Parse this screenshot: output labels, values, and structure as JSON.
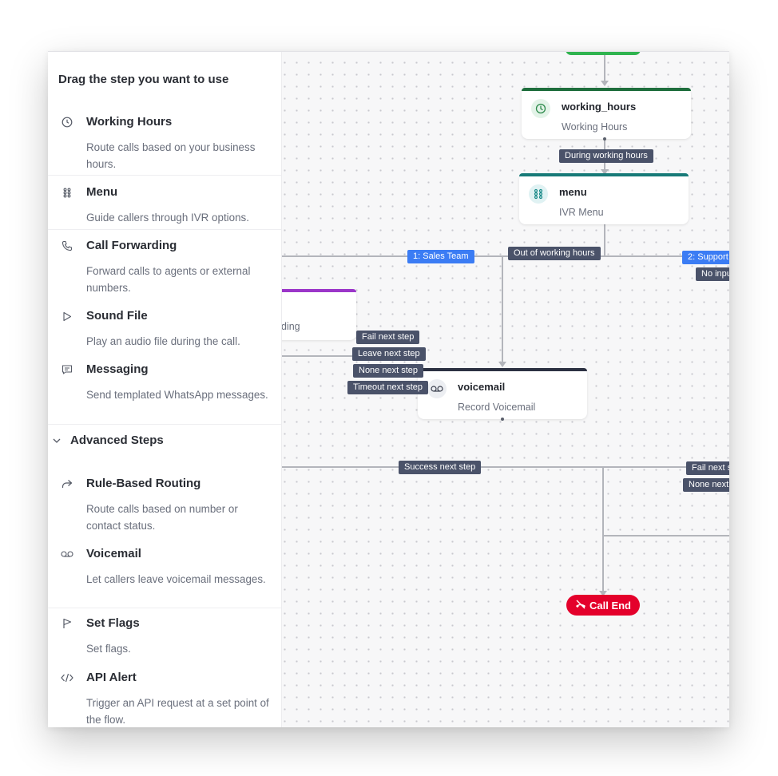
{
  "sidebar": {
    "title": "Drag the step you want to use",
    "steps": [
      {
        "icon": "clock-icon",
        "title": "Working Hours",
        "desc": "Route calls based on your business hours."
      },
      {
        "icon": "menu-grid-icon",
        "title": "Menu",
        "desc": "Guide callers through IVR options."
      },
      {
        "icon": "phone-icon",
        "title": "Call Forwarding",
        "desc": "Forward calls to agents or external numbers."
      },
      {
        "icon": "play-icon",
        "title": "Sound File",
        "desc": "Play an audio file during the call."
      },
      {
        "icon": "message-icon",
        "title": "Messaging",
        "desc": "Send templated WhatsApp messages."
      }
    ],
    "advanced_label": "Advanced Steps",
    "advanced_steps": [
      {
        "icon": "share-arrow-icon",
        "title": "Rule-Based Routing",
        "desc": "Route calls based on number or contact status."
      },
      {
        "icon": "voicemail-icon",
        "title": "Voicemail",
        "desc": "Let callers leave voicemail messages."
      },
      {
        "icon": "flag-icon",
        "title": "Set Flags",
        "desc": "Set flags."
      },
      {
        "icon": "code-icon",
        "title": "API Alert",
        "desc": "Trigger an API request at a set point of the flow."
      }
    ]
  },
  "flow": {
    "nodes": {
      "working_hours": {
        "name": "working_hours",
        "sub": "Working Hours"
      },
      "menu": {
        "name": "menu",
        "sub": "IVR Menu"
      },
      "voicemail": {
        "name": "voicemail",
        "sub": "Record Voicemail"
      },
      "forwarding_partial": {
        "sub": "ding"
      }
    },
    "labels": {
      "during_working_hours": "During working hours",
      "sales_team": "1: Sales Team",
      "out_of_working_hours": "Out of working hours",
      "support_team": "2: Support T",
      "no_input": "No inpu",
      "fail_next_step": "Fail next step",
      "leave_next_step": "Leave next step",
      "none_next_step": "None next step",
      "timeout_next_step": "Timeout next step",
      "success_next_step": "Success next step",
      "fail_next_right": "Fail next s",
      "none_next_right": "None next"
    },
    "call_end": "Call End"
  },
  "colors": {
    "working_hours_bar": "#1f6e3d",
    "menu_bar": "#177a78",
    "voicemail_bar": "#2c3142",
    "forwarding_bar": "#9b36c9",
    "start_node": "#2fb34f",
    "label_bg": "#4a5269",
    "label_blue": "#3b7cf4",
    "call_end": "#e4002b"
  }
}
